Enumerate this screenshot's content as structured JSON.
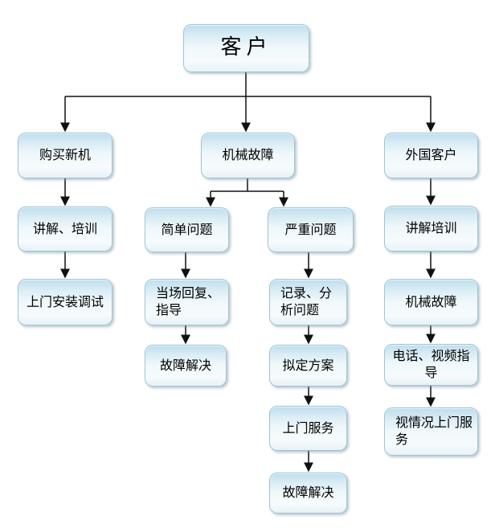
{
  "diagram": {
    "type": "flowchart",
    "root_label": "客户",
    "colors": {
      "box_fill_top": "#bedded",
      "box_fill_bottom": "#eff8fb",
      "box_border": "#a3c4d2",
      "connector_line": "#111111",
      "background": "#ffffff"
    },
    "nodes": {
      "customer": {
        "label": "客户"
      },
      "buy_new": {
        "label": "购买新机"
      },
      "mech_fault": {
        "label": "机械故障"
      },
      "foreign": {
        "label": "外国客户"
      },
      "explain_train_left": {
        "label": "讲解、培训"
      },
      "onsite_install": {
        "label": "上门安装调试"
      },
      "simple_problem": {
        "label": "简单问题"
      },
      "reply_guide": {
        "label": "当场回复、指导"
      },
      "fault_resolved_left": {
        "label": "故障解决"
      },
      "serious_problem": {
        "label": "严重问题"
      },
      "record_analyze": {
        "label": "记录、分析问题"
      },
      "make_plan": {
        "label": "拟定方案"
      },
      "onsite_service": {
        "label": "上门服务"
      },
      "fault_resolved_mid": {
        "label": "故障解决"
      },
      "explain_train_right": {
        "label": "讲解培训"
      },
      "mech_fault_right": {
        "label": "机械故障"
      },
      "phone_video_guide": {
        "label": "电话、视频指导"
      },
      "onsite_as_needed": {
        "label": "视情况上门服务"
      }
    },
    "edges": [
      {
        "from": "customer",
        "to": "buy_new"
      },
      {
        "from": "customer",
        "to": "mech_fault"
      },
      {
        "from": "customer",
        "to": "foreign"
      },
      {
        "from": "buy_new",
        "to": "explain_train_left"
      },
      {
        "from": "explain_train_left",
        "to": "onsite_install"
      },
      {
        "from": "mech_fault",
        "to": "simple_problem"
      },
      {
        "from": "mech_fault",
        "to": "serious_problem"
      },
      {
        "from": "simple_problem",
        "to": "reply_guide"
      },
      {
        "from": "reply_guide",
        "to": "fault_resolved_left"
      },
      {
        "from": "serious_problem",
        "to": "record_analyze"
      },
      {
        "from": "record_analyze",
        "to": "make_plan"
      },
      {
        "from": "make_plan",
        "to": "onsite_service"
      },
      {
        "from": "onsite_service",
        "to": "fault_resolved_mid"
      },
      {
        "from": "foreign",
        "to": "explain_train_right"
      },
      {
        "from": "explain_train_right",
        "to": "mech_fault_right"
      },
      {
        "from": "mech_fault_right",
        "to": "phone_video_guide"
      },
      {
        "from": "phone_video_guide",
        "to": "onsite_as_needed"
      }
    ]
  }
}
